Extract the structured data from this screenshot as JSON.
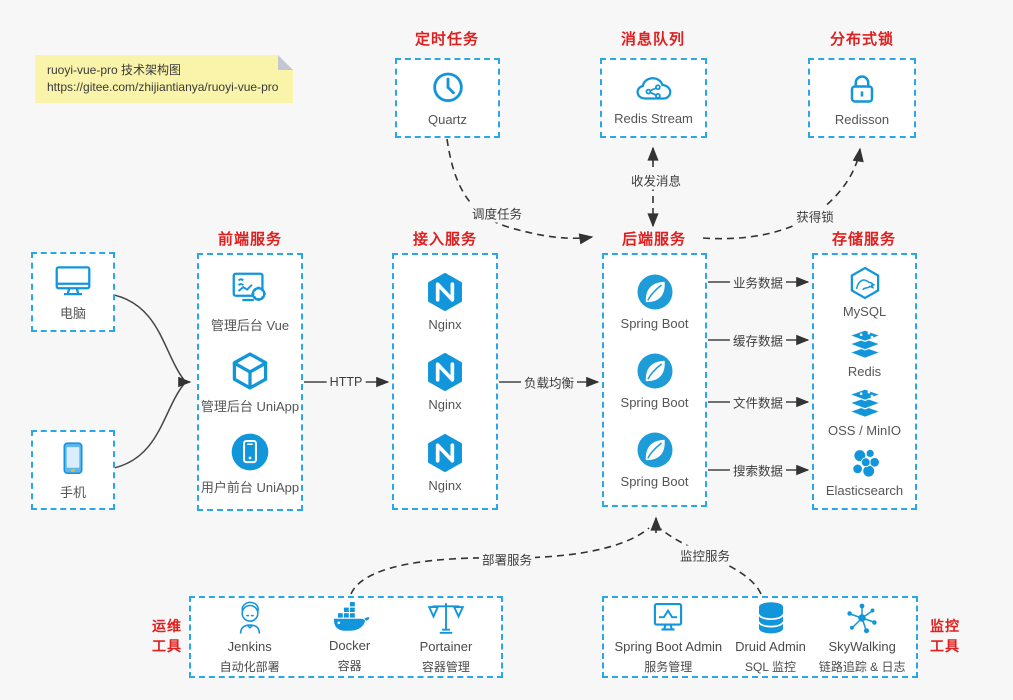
{
  "note": {
    "title": "ruoyi-vue-pro 技术架构图",
    "url": "https://gitee.com/zhijiantianya/ruoyi-vue-pro"
  },
  "colors": {
    "accent_blue": "#1296db",
    "border_blue": "#2aa7e8",
    "title_red": "#e01f1f",
    "note_yellow": "#faf3aa",
    "background": "#f7f7f7",
    "arrow_dark": "#333333"
  },
  "groups": {
    "scheduler": {
      "title": "定时任务",
      "items": [
        {
          "label": "Quartz",
          "icon": "clock-icon"
        }
      ]
    },
    "mq": {
      "title": "消息队列",
      "items": [
        {
          "label": "Redis Stream",
          "icon": "cloud-stream-icon"
        }
      ]
    },
    "lock": {
      "title": "分布式锁",
      "items": [
        {
          "label": "Redisson",
          "icon": "lock-icon"
        }
      ]
    },
    "clients": {
      "items": [
        {
          "label": "电脑",
          "icon": "desktop-icon"
        },
        {
          "label": "手机",
          "icon": "phone-icon"
        }
      ]
    },
    "frontend": {
      "title": "前端服务",
      "items": [
        {
          "label": "管理后台 Vue",
          "icon": "admin-vue-icon"
        },
        {
          "label": "管理后台 UniApp",
          "icon": "cube-icon"
        },
        {
          "label": "用户前台 UniApp",
          "icon": "mobile-app-icon"
        }
      ]
    },
    "access": {
      "title": "接入服务",
      "items": [
        {
          "label": "Nginx",
          "icon": "nginx-icon"
        },
        {
          "label": "Nginx",
          "icon": "nginx-icon"
        },
        {
          "label": "Nginx",
          "icon": "nginx-icon"
        }
      ]
    },
    "backend": {
      "title": "后端服务",
      "items": [
        {
          "label": "Spring Boot",
          "icon": "spring-boot-icon"
        },
        {
          "label": "Spring Boot",
          "icon": "spring-boot-icon"
        },
        {
          "label": "Spring Boot",
          "icon": "spring-boot-icon"
        }
      ]
    },
    "storage": {
      "title": "存储服务",
      "items": [
        {
          "label": "MySQL",
          "icon": "mysql-icon"
        },
        {
          "label": "Redis",
          "icon": "redis-icon"
        },
        {
          "label": "OSS / MinIO",
          "icon": "oss-icon"
        },
        {
          "label": "Elasticsearch",
          "icon": "elasticsearch-icon"
        }
      ]
    },
    "ops": {
      "title": "运维\n工具",
      "items": [
        {
          "name": "Jenkins",
          "desc": "自动化部署",
          "icon": "jenkins-icon"
        },
        {
          "name": "Docker",
          "desc": "容器",
          "icon": "docker-icon"
        },
        {
          "name": "Portainer",
          "desc": "容器管理",
          "icon": "portainer-icon"
        }
      ]
    },
    "monitoring": {
      "title": "监控\n工具",
      "items": [
        {
          "name": "Spring Boot Admin",
          "desc": "服务管理",
          "icon": "spring-boot-admin-icon"
        },
        {
          "name": "Druid Admin",
          "desc": "SQL 监控",
          "icon": "druid-icon"
        },
        {
          "name": "SkyWalking",
          "desc": "链路追踪 & 日志",
          "icon": "skywalking-icon"
        }
      ]
    }
  },
  "edges": {
    "http": "HTTP",
    "load_balance": "负载均衡",
    "schedule": "调度任务",
    "messages": "收发消息",
    "get_lock": "获得锁",
    "business_data": "业务数据",
    "cache_data": "缓存数据",
    "file_data": "文件数据",
    "search_data": "搜索数据",
    "deploy": "部署服务",
    "monitor": "监控服务"
  }
}
